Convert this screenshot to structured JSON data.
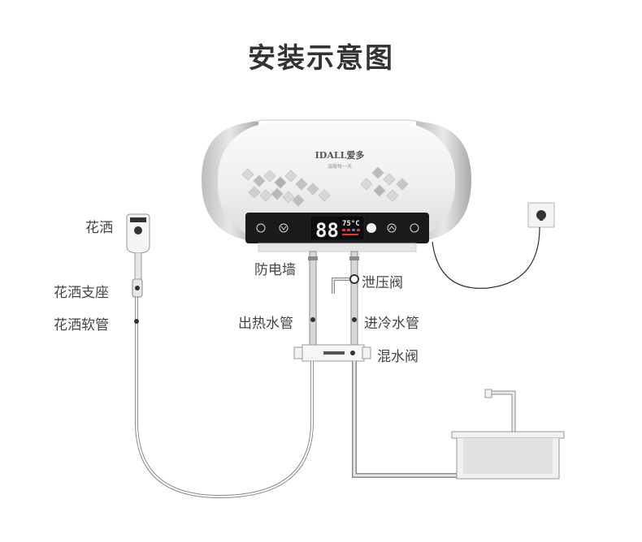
{
  "title": "安装示意图",
  "heater": {
    "brand": "IDALL爱多",
    "slogan": "温暖每一天",
    "display_digits": "88",
    "display_small": "75°C",
    "buttons": [
      "power",
      "down",
      "up",
      "mode"
    ]
  },
  "labels": {
    "shower_head": "花洒",
    "shower_holder": "花洒支座",
    "shower_hose": "花洒软管",
    "wall": "防电墙",
    "hot_out": "出热水管",
    "relief_valve": "泄压阀",
    "cold_in": "进冷水管",
    "mixing_valve": "混水阀"
  },
  "colors": {
    "title": "#333333",
    "pipe": "#bfbfbf",
    "pipe_outline": "#8c8c8c",
    "panel": "#1a1a1a",
    "display_digits": "#f0f0f0",
    "display_accent": "#e03a2f"
  },
  "icons": {
    "socket": "power-socket-icon",
    "faucet": "faucet-icon",
    "sink": "sink-icon"
  }
}
